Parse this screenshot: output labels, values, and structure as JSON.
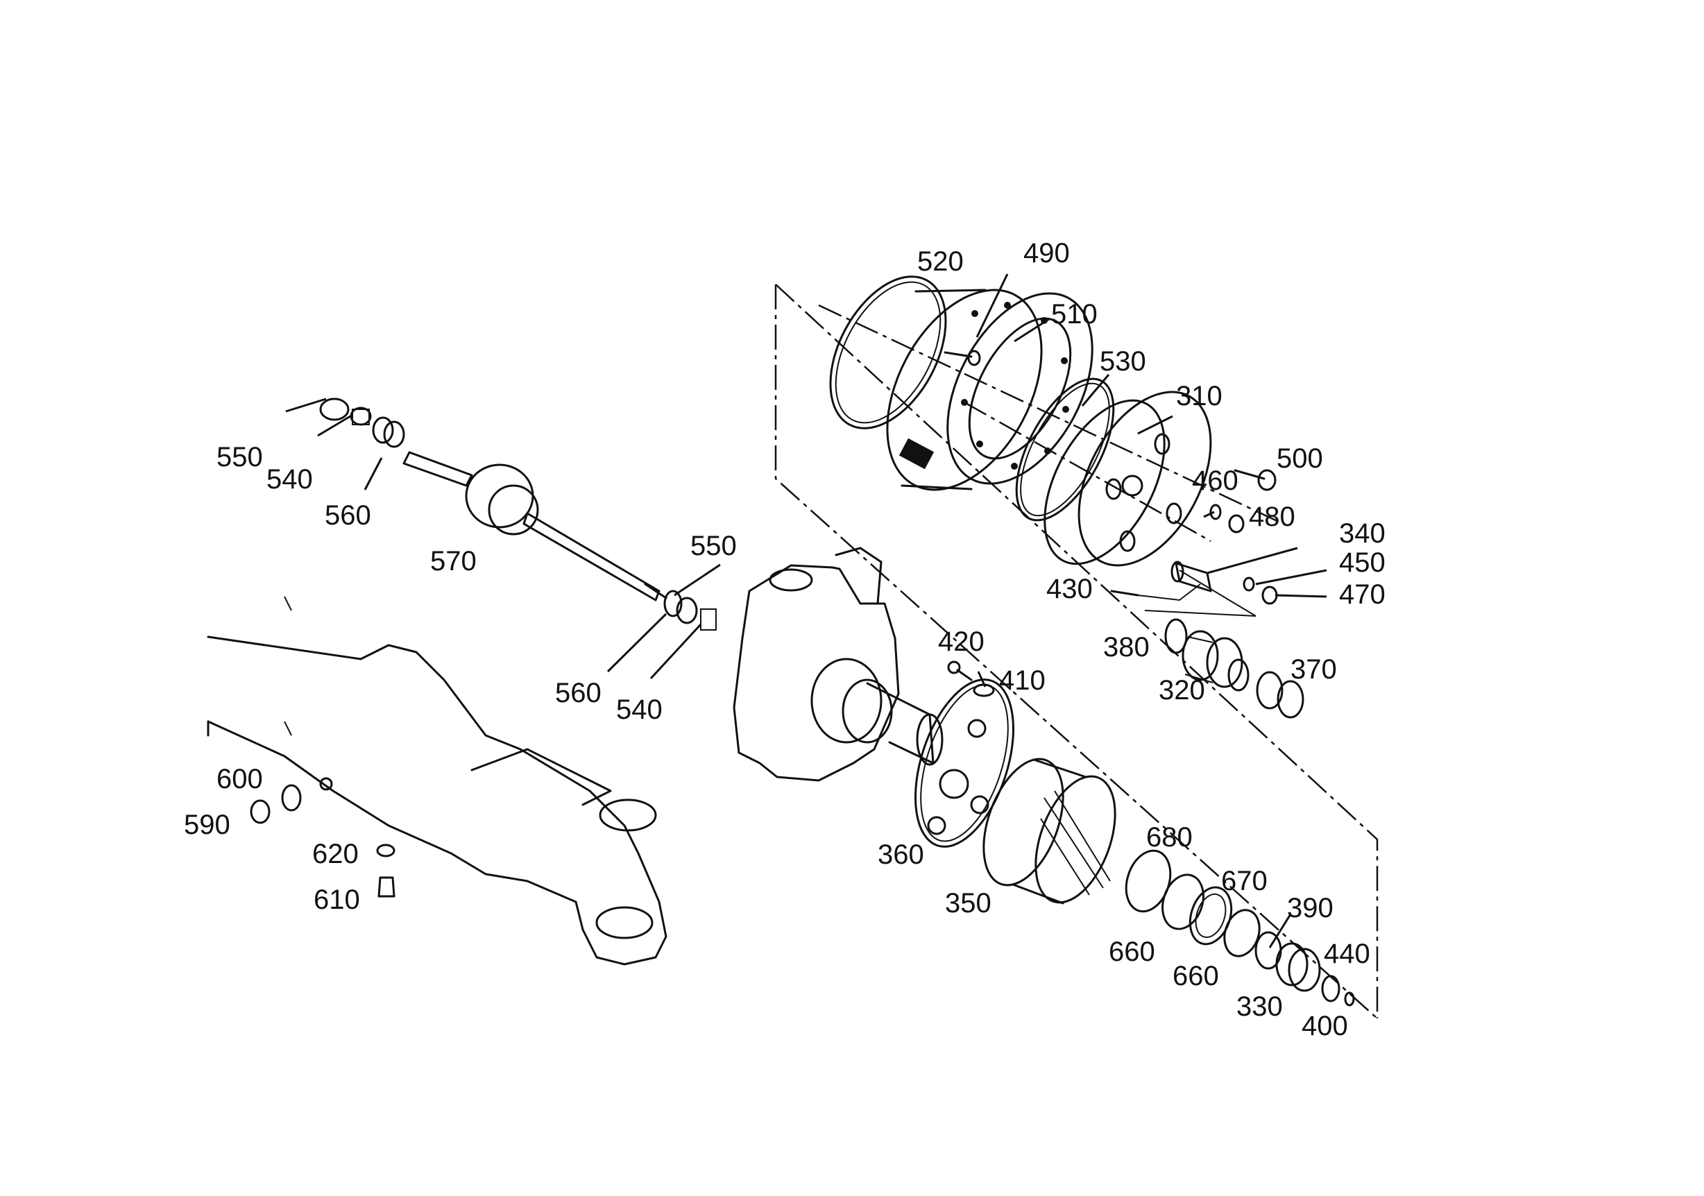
{
  "diagram": {
    "type": "exploded-parts-view",
    "callouts": [
      {
        "id": "c520",
        "label": "520"
      },
      {
        "id": "c490",
        "label": "490"
      },
      {
        "id": "c510",
        "label": "510"
      },
      {
        "id": "c530",
        "label": "530"
      },
      {
        "id": "c310",
        "label": "310"
      },
      {
        "id": "c500",
        "label": "500"
      },
      {
        "id": "c460",
        "label": "460"
      },
      {
        "id": "c480",
        "label": "480"
      },
      {
        "id": "c340",
        "label": "340"
      },
      {
        "id": "c450",
        "label": "450"
      },
      {
        "id": "c470",
        "label": "470"
      },
      {
        "id": "c430",
        "label": "430"
      },
      {
        "id": "c380",
        "label": "380"
      },
      {
        "id": "c320",
        "label": "320"
      },
      {
        "id": "c370",
        "label": "370"
      },
      {
        "id": "c420",
        "label": "420"
      },
      {
        "id": "c410",
        "label": "410"
      },
      {
        "id": "c360",
        "label": "360"
      },
      {
        "id": "c350",
        "label": "350"
      },
      {
        "id": "c680",
        "label": "680"
      },
      {
        "id": "c670",
        "label": "670"
      },
      {
        "id": "c390",
        "label": "390"
      },
      {
        "id": "c660a",
        "label": "660"
      },
      {
        "id": "c660b",
        "label": "660"
      },
      {
        "id": "c440",
        "label": "440"
      },
      {
        "id": "c330",
        "label": "330"
      },
      {
        "id": "c400",
        "label": "400"
      },
      {
        "id": "c550a",
        "label": "550"
      },
      {
        "id": "c540a",
        "label": "540"
      },
      {
        "id": "c560a",
        "label": "560"
      },
      {
        "id": "c570",
        "label": "570"
      },
      {
        "id": "c550b",
        "label": "550"
      },
      {
        "id": "c560b",
        "label": "560"
      },
      {
        "id": "c540b",
        "label": "540"
      },
      {
        "id": "c600",
        "label": "600"
      },
      {
        "id": "c590",
        "label": "590"
      },
      {
        "id": "c620",
        "label": "620"
      },
      {
        "id": "c610",
        "label": "610"
      }
    ]
  }
}
